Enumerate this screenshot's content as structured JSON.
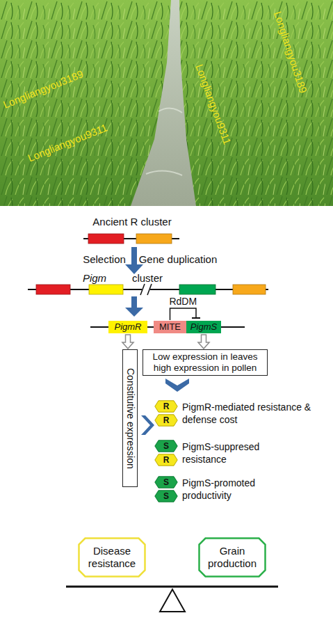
{
  "diagram": {
    "nodes": [
      {
        "text": [
          "PigmR"
        ]
      },
      {
        "text": [
          "MITE"
        ]
      },
      {
        "text": [
          "PigmS"
        ]
      },
      {
        "text": [
          "Constitutive expression"
        ]
      },
      {
        "text": [
          "Low expression in leaves high expression in pollen"
        ]
      },
      {
        "text": [
          "R"
        ]
      },
      {
        "text": [
          "R"
        ]
      },
      {
        "text": [
          "S"
        ]
      },
      {
        "text": [
          "R"
        ]
      },
      {
        "text": [
          "S"
        ]
      },
      {
        "text": [
          "S"
        ]
      },
      {
        "text": [
          "Disease resistance"
        ]
      },
      {
        "text": [
          "Grain production"
        ]
      }
    ],
    "edges": [
      {
        "from": 0,
        "to": 3,
        "arrow": "to"
      },
      {
        "from": 2,
        "to": 4,
        "arrow": "to"
      },
      {
        "from": 1,
        "to": 2,
        "arrow": "none",
        "label": "RdDM"
      }
    ],
    "labels": [
      "Longliangyou3189",
      "Longliangyou9311",
      "Longliangyou9311",
      "Longliangyou3189",
      "Ancient R cluster",
      "Selection",
      "Gene duplication",
      "Pigm",
      "cluster",
      "PigmR-mediated resistance & defense cost",
      "PigmS-suppresed resistance",
      "PigmS-promoted productivity"
    ]
  }
}
